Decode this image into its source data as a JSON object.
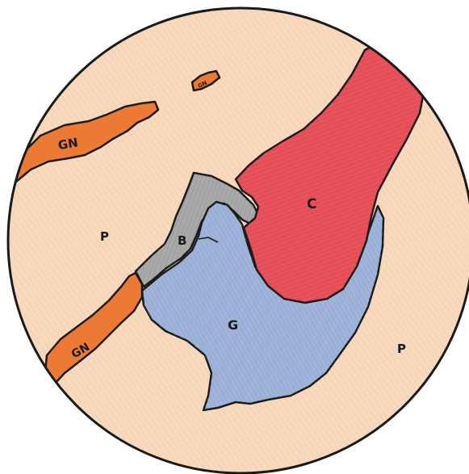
{
  "diagram": {
    "regions": [
      {
        "id": "P",
        "label": "P",
        "color": "#f7d9bd",
        "kind": "groundmass"
      },
      {
        "id": "GN1",
        "label": "GN",
        "color": "#ec7a35",
        "kind": "band"
      },
      {
        "id": "GN2",
        "label": "GN",
        "color": "#ec7a35",
        "kind": "band"
      },
      {
        "id": "GN3",
        "label": "GN",
        "color": "#ec7a35",
        "kind": "fragment"
      },
      {
        "id": "B",
        "label": "B",
        "color": "#a9a9a9",
        "kind": "mineral"
      },
      {
        "id": "C",
        "label": "C",
        "color": "#e8525a",
        "kind": "mineral"
      },
      {
        "id": "G",
        "label": "G",
        "color": "#9fb4d8",
        "kind": "mineral"
      }
    ],
    "labels": {
      "p_left": "P",
      "p_right": "P",
      "gn_top": "GN",
      "gn_bottom": "GN",
      "gn_small": "GN",
      "b": "B",
      "c": "C",
      "g": "G"
    },
    "colors": {
      "outline": "#1a1a1a",
      "background": "#ffffff",
      "groundmass": "#f7d9bd",
      "gn": "#ec7a35",
      "b": "#a9a9a9",
      "c": "#e8525a",
      "g": "#9fb4d8"
    }
  }
}
